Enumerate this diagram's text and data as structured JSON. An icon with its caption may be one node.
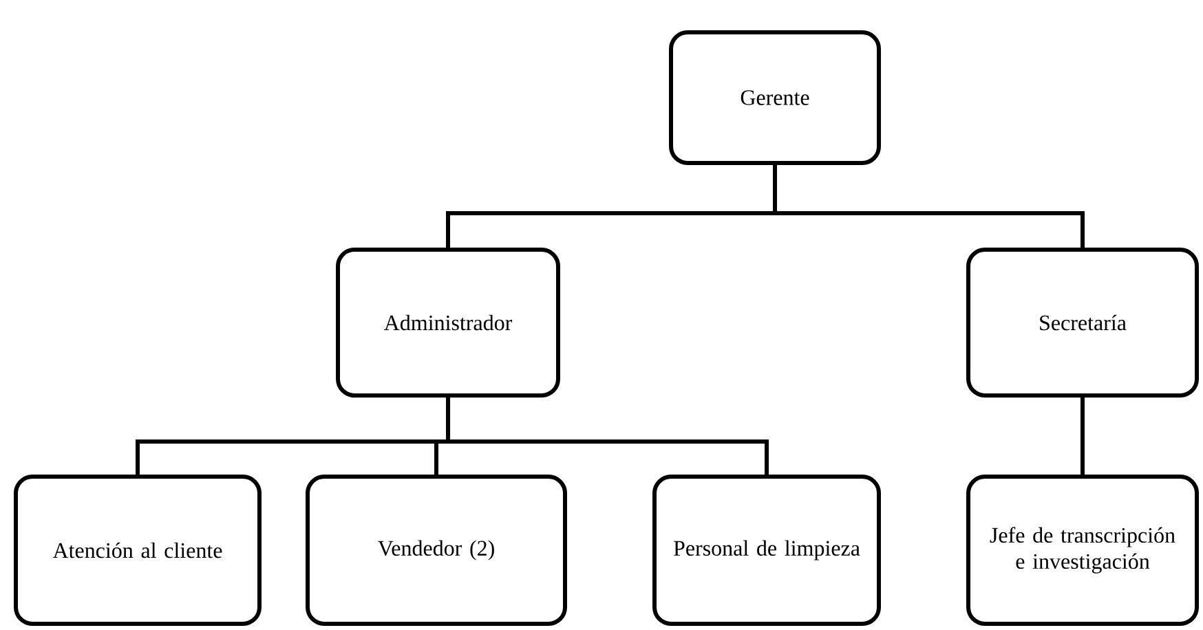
{
  "diagram": {
    "nodes": [
      {
        "text": [
          "Gerente"
        ]
      },
      {
        "text": [
          "Administrador"
        ]
      },
      {
        "text": [
          "Secretaría"
        ]
      },
      {
        "text": [
          "Atención al cliente"
        ]
      },
      {
        "text": [
          "Vendedor (2)"
        ]
      },
      {
        "text": [
          "Personal de limpieza"
        ]
      },
      {
        "text": [
          "Jefe de transcripción e investigación"
        ]
      }
    ],
    "edges": [
      {
        "from": 0,
        "to": 1,
        "arrow": "none"
      },
      {
        "from": 0,
        "to": 2,
        "arrow": "none"
      },
      {
        "from": 1,
        "to": 3,
        "arrow": "none"
      },
      {
        "from": 1,
        "to": 4,
        "arrow": "none"
      },
      {
        "from": 1,
        "to": 5,
        "arrow": "none"
      },
      {
        "from": 2,
        "to": 6,
        "arrow": "none"
      }
    ]
  }
}
